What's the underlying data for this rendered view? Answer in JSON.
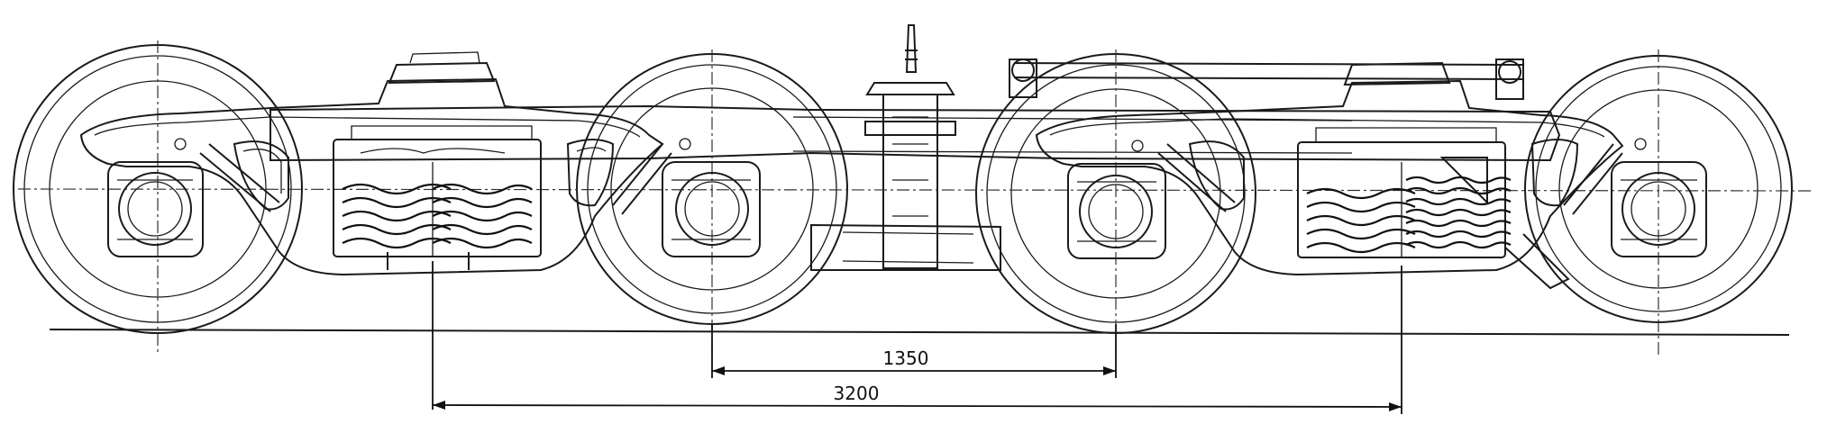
{
  "drawing": {
    "dimensions": [
      {
        "id": "axle-spacing",
        "label": "1350"
      },
      {
        "id": "bogie-spacing",
        "label": "3200"
      }
    ]
  }
}
